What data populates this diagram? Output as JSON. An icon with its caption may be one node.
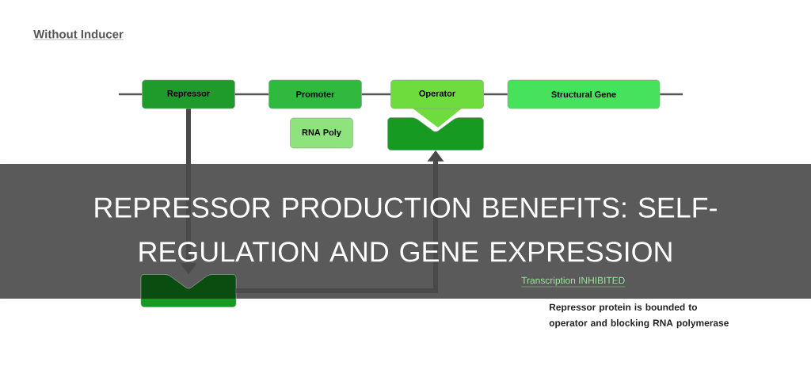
{
  "diagram": {
    "title": "REPRESSOR PRODUCTION BENEFITS: SELF-REGULATION AND GENE EXPRESSION",
    "nodes": [
      {
        "text": [
          "Repressor"
        ]
      },
      {
        "text": [
          "Promoter"
        ]
      },
      {
        "text": [
          "RNA Poly"
        ]
      },
      {
        "text": [
          "Operator"
        ]
      },
      {
        "text": [],
        "shape": "box"
      },
      {
        "text": [
          "Structural Gene"
        ]
      },
      {
        "text": [],
        "shape": "box"
      }
    ],
    "edges": [
      {
        "from": null,
        "to": 0,
        "arrow": "none"
      },
      {
        "from": 0,
        "to": 1,
        "arrow": "none"
      },
      {
        "from": 1,
        "to": 3,
        "arrow": "none"
      },
      {
        "from": 3,
        "to": 5,
        "arrow": "none"
      },
      {
        "from": 5,
        "to": null,
        "arrow": "none"
      },
      {
        "from": 0,
        "to": 6,
        "arrow": "to",
        "style": "thick",
        "color": "#4a4a4a"
      },
      {
        "from": 6,
        "to": 4,
        "arrow": "to",
        "style": "thick",
        "color": "#4a4a4a"
      }
    ],
    "labels": [
      "Without Inducer",
      "Transcription INHIBITED",
      "Repressor protein is bounded to operator and blocking RNA polymerase"
    ]
  }
}
